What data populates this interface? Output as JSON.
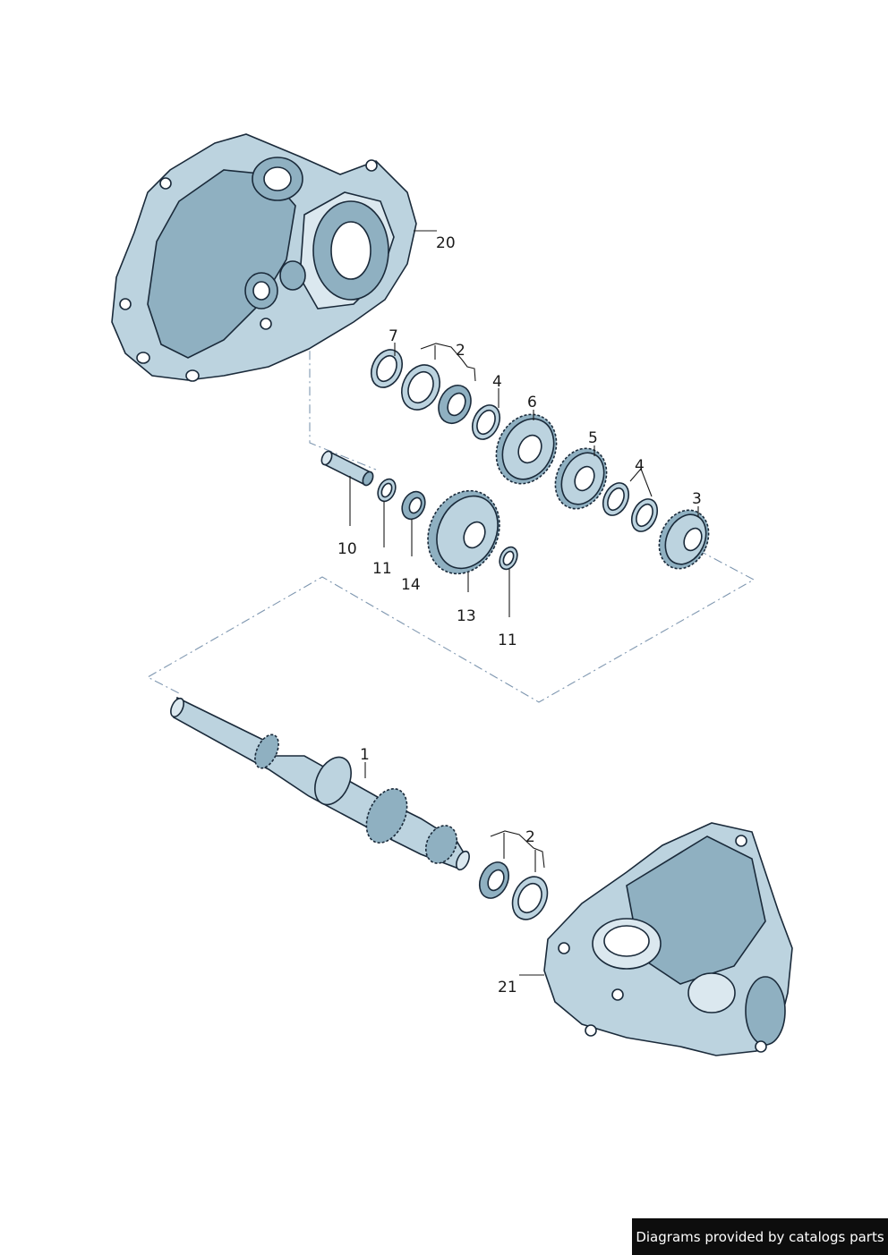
{
  "callouts": {
    "c20": "20",
    "c7": "7",
    "c2a": "2",
    "c4a": "4",
    "c6": "6",
    "c5": "5",
    "c4b": "4",
    "c3": "3",
    "c10": "10",
    "c11a": "11",
    "c14": "14",
    "c13": "13",
    "c11b": "11",
    "c1": "1",
    "c2b": "2",
    "c21": "21"
  },
  "footer": {
    "credit": "Diagrams provided by catalogs parts"
  },
  "colors": {
    "metal": "#bcd3df",
    "metal_dark": "#8fb0c1",
    "outline": "#1a2a3a",
    "dash": "#7f97b0"
  },
  "icons": [
    "housing-20",
    "bearing-ring",
    "spacer-ring",
    "gear",
    "pin",
    "shaft",
    "housing-21"
  ]
}
